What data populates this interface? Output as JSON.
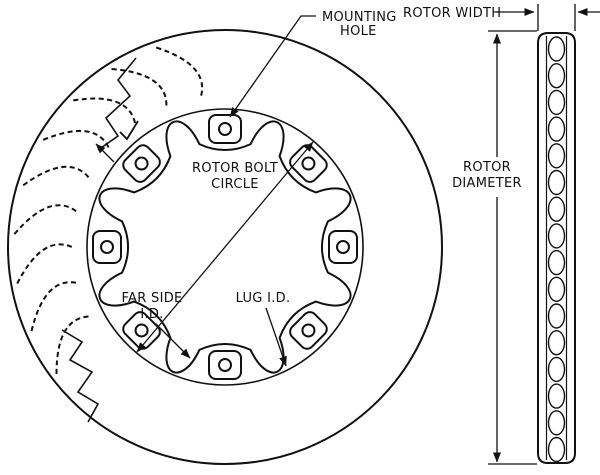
{
  "diagram": {
    "labels": {
      "mounting_hole": [
        "MOUNTING",
        "HOLE"
      ],
      "rotor_bolt_circle": [
        "ROTOR BOLT",
        "CIRCLE"
      ],
      "far_side_id": [
        "FAR SIDE",
        "I.D."
      ],
      "lug_id": "LUG I.D.",
      "rotor_width": "ROTOR WIDTH",
      "rotor_diameter": [
        "ROTOR",
        "DIAMETER"
      ]
    },
    "colors": {
      "line": "#111111",
      "background": "#ffffff"
    },
    "front_view": {
      "mounting_hole_count": 8,
      "vent_slot_count": 9
    },
    "side_view": {
      "vane_count": 16
    }
  }
}
